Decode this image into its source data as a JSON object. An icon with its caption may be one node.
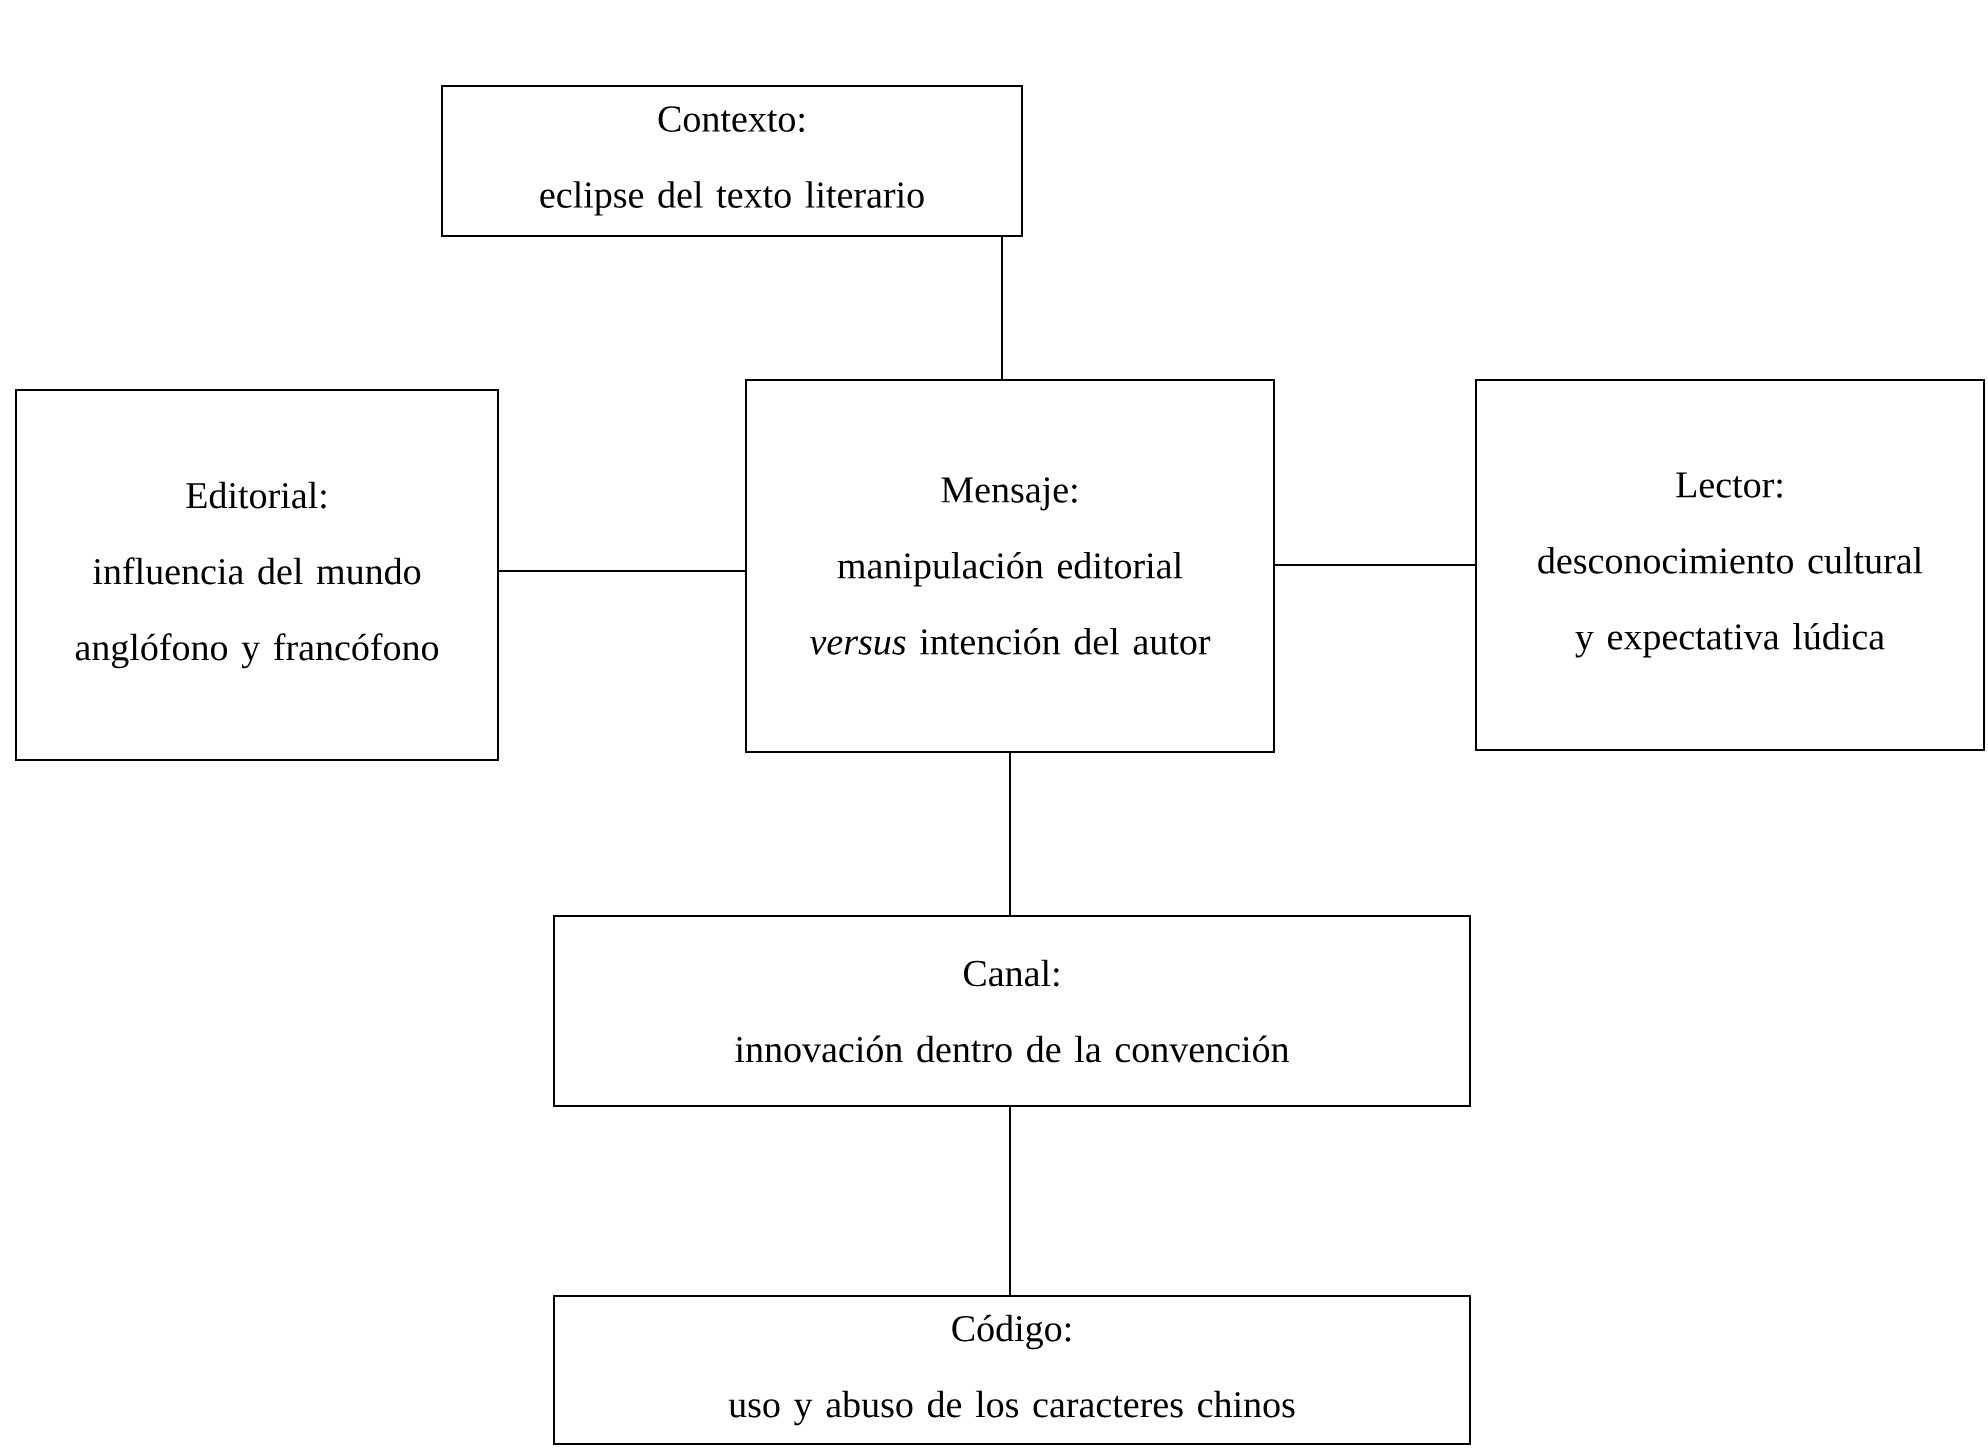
{
  "diagram": {
    "nodes": [
      {
        "text": [
          "Contexto:",
          "eclipse del texto literario"
        ]
      },
      {
        "text": [
          "Editorial:",
          "influencia del mundo anglófono y francófono"
        ]
      },
      {
        "text": [
          "Mensaje:",
          "manipulación editorial *versus* intención del autor"
        ]
      },
      {
        "text": [
          "Lector:",
          "desconocimiento cultural y expectativa lúdica"
        ]
      },
      {
        "text": [
          "Canal:",
          "innovación dentro de la convención"
        ]
      },
      {
        "text": [
          "Código:",
          "uso y abuso de los caracteres chinos"
        ]
      }
    ],
    "edges": [
      {
        "from": 0,
        "to": 2,
        "arrow": "none"
      },
      {
        "from": 1,
        "to": 2,
        "arrow": "none"
      },
      {
        "from": 2,
        "to": 3,
        "arrow": "none"
      },
      {
        "from": 2,
        "to": 4,
        "arrow": "none"
      },
      {
        "from": 4,
        "to": 5,
        "arrow": "none"
      }
    ]
  }
}
